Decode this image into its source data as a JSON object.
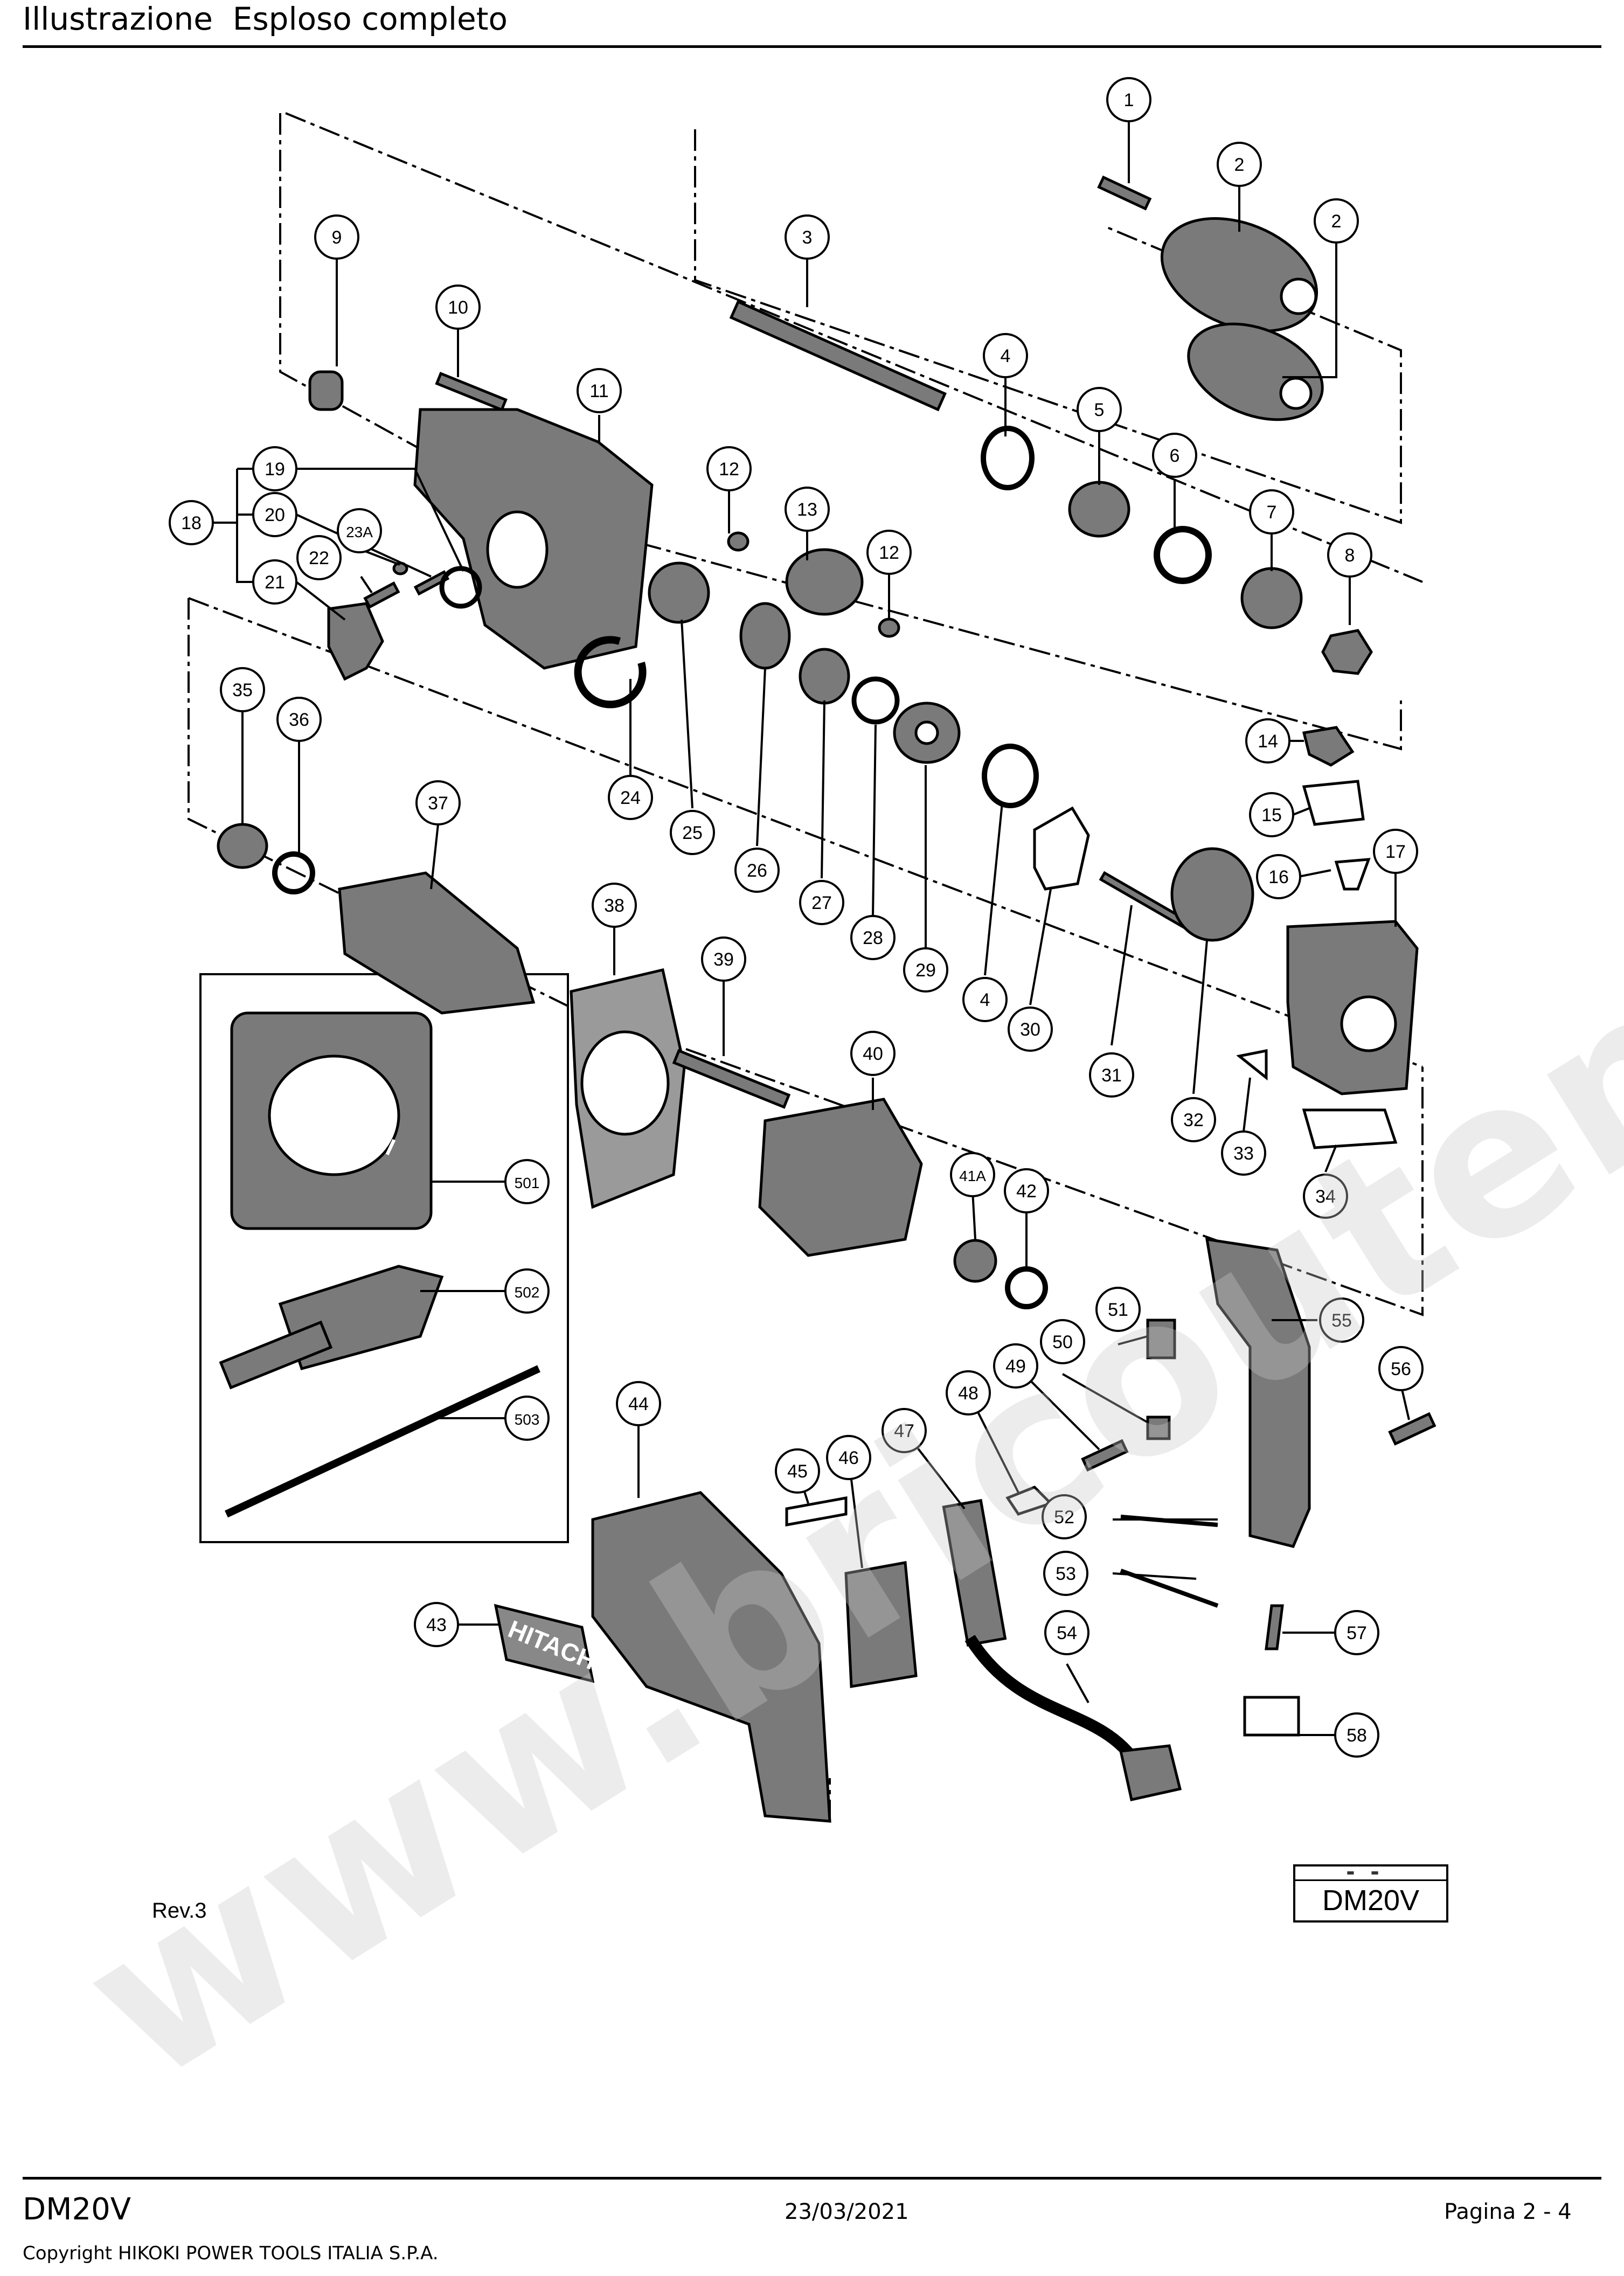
{
  "header": {
    "title": "Illustrazione  Esploso completo"
  },
  "footer": {
    "model": "DM20V",
    "date": "23/03/2021",
    "page": "Pagina 2 - 4",
    "copyright": "Copyright HIKOKI POWER TOOLS ITALIA S.P.A."
  },
  "revision": "Rev.3",
  "model_box": {
    "model": "DM20V"
  },
  "watermark": "www.bricoutensili.com",
  "brand_label": "HITACHI",
  "callouts": [
    "1",
    "2",
    "2",
    "3",
    "4",
    "5",
    "6",
    "7",
    "8",
    "9",
    "10",
    "11",
    "12",
    "12",
    "13",
    "14",
    "15",
    "16",
    "17",
    "18",
    "19",
    "20",
    "21",
    "22",
    "23A",
    "24",
    "25",
    "26",
    "27",
    "28",
    "29",
    "4",
    "30",
    "31",
    "32",
    "33",
    "34",
    "35",
    "36",
    "37",
    "38",
    "39",
    "40",
    "41A",
    "42",
    "43",
    "44",
    "45",
    "46",
    "47",
    "48",
    "49",
    "50",
    "51",
    "52",
    "53",
    "54",
    "55",
    "56",
    "57",
    "58",
    "501",
    "502",
    "503"
  ],
  "colors": {
    "ink": "#000000",
    "part_fill": "#6e6e6e",
    "watermark": "#c8c8c8"
  }
}
